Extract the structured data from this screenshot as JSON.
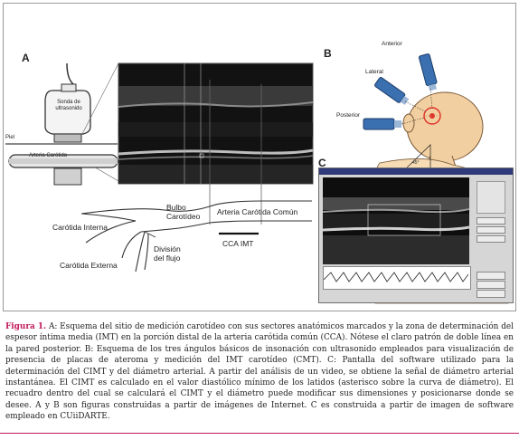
{
  "panels": {
    "a": {
      "letter": "A",
      "labels": {
        "probe": "Sonda de ultrasonido",
        "skin": "Piel",
        "carotid": "Arteria Carótida",
        "bulb": "Bulbo Carotídeo",
        "common": "Arteria Carótida Común",
        "internal": "Carótida Interna",
        "external": "Carótida Externa",
        "division": "División del flujo",
        "cca_imt": "CCA IMT"
      }
    },
    "b": {
      "letter": "B",
      "labels": {
        "anterior": "Anterior",
        "lateral": "Lateral",
        "posterior": "Posterior",
        "angle": "45°"
      }
    },
    "c": {
      "letter": "C"
    }
  },
  "caption": {
    "label": "Figura 1.",
    "text": " A: Esquema del sitio de medición carotídeo con sus sectores anatómicos marcados y la zona de determinación del espesor íntima media (IMT) en la porción distal de la arteria carótida común (CCA). Nótese el claro patrón de doble línea en la pared posterior. B: Esquema de los tres ángulos básicos de insonación con ultrasonido empleados para visualización de presencia de placas de ateroma y medición del IMT carotídeo (CMT). C: Pantalla del software utilizado para la determinación del CIMT y del diámetro arterial. A partir del análisis de un video, se obtiene la señal de diámetro arterial instantánea. El CIMT es calculado en el valor diastólico mínimo de los latidos (asterisco sobre la curva de diámetro). El recuadro dentro del cual se calculará el CIMT y el diámetro puede modificar sus dimensiones y posicionarse donde se desee. A y B son figuras construidas a partir de imágenes de Internet. C es construida a partir de imagen de software empleado en CUiiDARTE."
  },
  "colors": {
    "accent": "#c2185b",
    "head": "#f2cfa0",
    "probe": "#3a6fb0",
    "target": "#e0302a"
  }
}
